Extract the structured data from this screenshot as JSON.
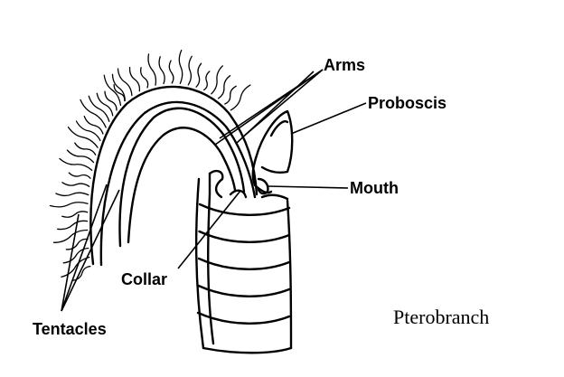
{
  "labels": {
    "arms": "Arms",
    "proboscis": "Proboscis",
    "mouth": "Mouth",
    "collar": "Collar",
    "tentacles": "Tentacles"
  },
  "caption": "Pterobranch",
  "colors": {
    "ink": "#000000",
    "background": "#ffffff"
  }
}
